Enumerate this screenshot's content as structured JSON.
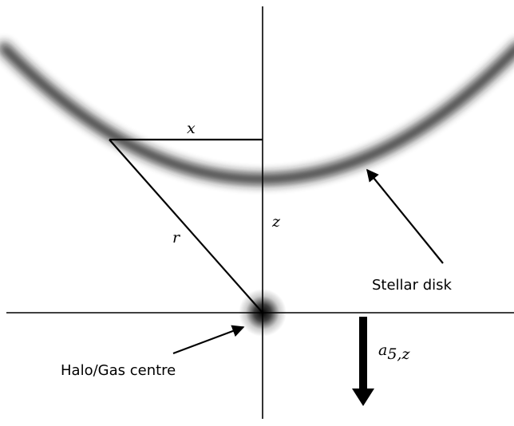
{
  "labels": {
    "x": "x",
    "z": "z",
    "r": "r",
    "acceleration_main": "a",
    "acceleration_sub": "5,z",
    "stellar_disk": "Stellar disk",
    "halo_gas_centre": "Halo/Gas centre"
  },
  "colors": {
    "ink": "#000000",
    "background": "#ffffff",
    "disk_core": "#1a1a1a"
  }
}
